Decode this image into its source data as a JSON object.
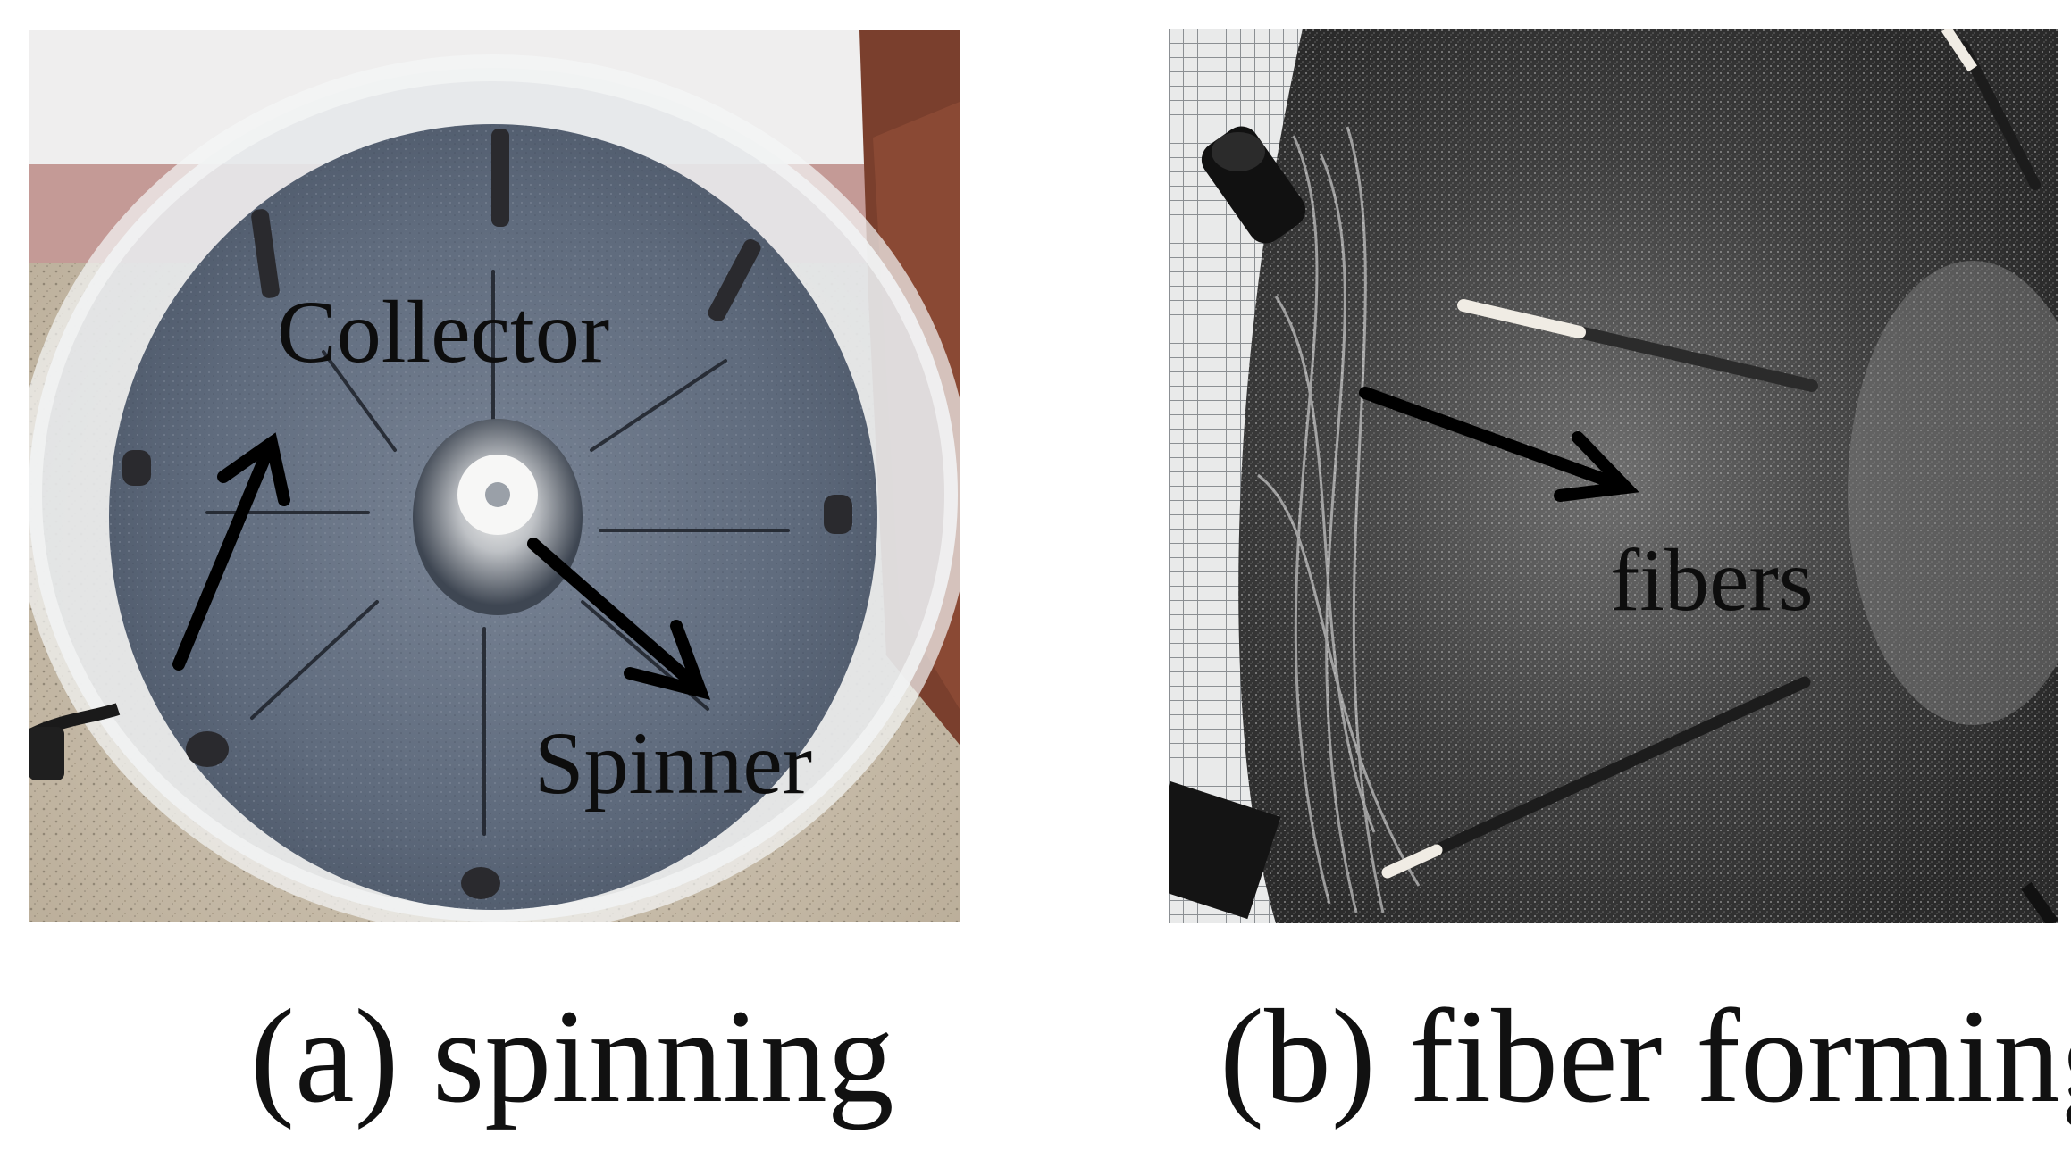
{
  "panels": [
    {
      "caption": "(a) spinning",
      "labels": {
        "collector": "Collector",
        "spinner": "Spinner"
      }
    },
    {
      "caption": "(b) fiber forming",
      "labels": {
        "fibers": "fibers"
      }
    }
  ],
  "colors": {
    "arrow": "#000000",
    "label_text": "#0d0d0d",
    "caption_text": "#111111"
  }
}
